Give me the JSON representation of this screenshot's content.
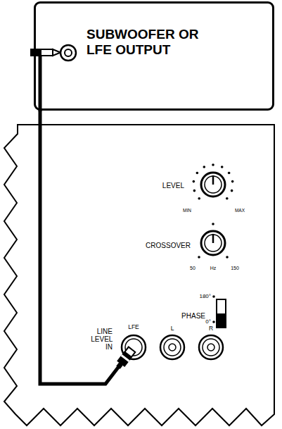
{
  "diagram": {
    "nodes": [
      {
        "text": [
          "SUBWOOFER OR LFE OUTPUT"
        ]
      },
      {
        "text": [
          "LFE"
        ]
      }
    ],
    "edges": [
      {
        "from": 0,
        "to": 1,
        "arrow": "none"
      }
    ],
    "labels": [
      "LEVEL",
      "MIN",
      "MAX",
      "CROSSOVER",
      "50",
      "Hz",
      "150",
      "PHASE",
      "180°",
      "0°",
      "LINE LEVEL IN",
      "L",
      "R"
    ]
  }
}
